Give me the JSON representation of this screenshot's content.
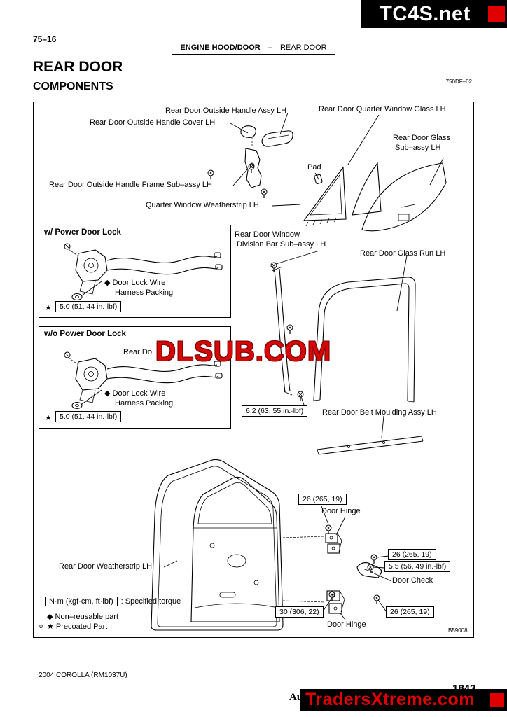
{
  "banner": {
    "text": "TC4S.net"
  },
  "header": {
    "page_ref": "75–16",
    "section": "ENGINE HOOD/DOOR",
    "separator": "–",
    "subsection": "REAR DOOR"
  },
  "title": {
    "main": "REAR DOOR",
    "sub": "COMPONENTS",
    "code": "750DF–02"
  },
  "diagram": {
    "figure_code": "B59008",
    "labels": {
      "handle_assy": "Rear Door Outside Handle Assy LH",
      "quarter_glass": "Rear Door Quarter Window Glass LH",
      "handle_cover": "Rear Door Outside Handle Cover LH",
      "glass_sub1": "Rear Door Glass",
      "glass_sub2": "Sub–assy LH",
      "pad": "Pad",
      "handle_frame": "Rear Door Outside Handle Frame Sub–assy LH",
      "qw_weatherstrip": "Quarter Window Weatherstrip LH",
      "division1": "Rear Door Window",
      "division2": "Division Bar Sub–assy LH",
      "glass_run": "Rear Door Glass Run LH",
      "belt": "Rear Door Belt Moulding Assy LH",
      "hinge": "Door Hinge",
      "check": "Door Check",
      "weatherstrip": "Rear Door Weatherstrip LH",
      "lock_fragment": "Rear Do"
    },
    "torques": {
      "star": "★",
      "t50": "5.0 (51, 44 in.·lbf)",
      "t62": "6.2 (63, 55 in.·lbf)",
      "t26": "26 (265, 19)",
      "t55": "5.5 (56, 49 in.·lbf)",
      "t30": "30 (306, 22)"
    },
    "lock_with": {
      "title": "w/ Power Door Lock",
      "note1": "◆  Door Lock Wire",
      "note2": "Harness Packing"
    },
    "lock_without": {
      "title": "w/o Power Door Lock",
      "note1": "◆  Door Lock Wire",
      "note2": "Harness Packing"
    },
    "legend": {
      "torque_box": "N·m (kgf·cm, ft·lbf)",
      "torque_desc": ": Specified torque",
      "non_reusable": "◆   Non–reusable part",
      "precoated_prefix": "o",
      "precoated": "★ Precoated Part"
    }
  },
  "watermarks": {
    "center": "DLSUB.COM",
    "bottom": "TradersXtreme.com"
  },
  "footer": {
    "model": "2004 COROLLA   (RM1037U)",
    "author_fragment": "Au",
    "page_number": "1843"
  }
}
